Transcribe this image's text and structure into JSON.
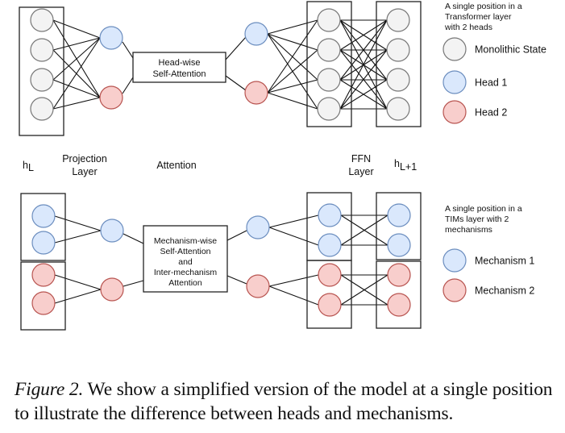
{
  "colors": {
    "gray_fill": "#f3f3f3",
    "gray_stroke": "#777777",
    "blue_fill": "#dae8fc",
    "blue_stroke": "#6c8ebf",
    "red_fill": "#f8cecc",
    "red_stroke": "#b85450",
    "line": "#111111"
  },
  "top": {
    "attention_box": [
      "Head-wise",
      "Self-Attention"
    ],
    "legend": {
      "title": [
        "A single position in a",
        "Transformer layer",
        "with 2 heads"
      ],
      "items": [
        {
          "label": "Monolithic State",
          "kind": "gray"
        },
        {
          "label": "Head 1",
          "kind": "blue"
        },
        {
          "label": "Head 2",
          "kind": "red"
        }
      ]
    }
  },
  "labels": {
    "h_l": {
      "base": "h",
      "sub": "L"
    },
    "projection": [
      "Projection",
      "Layer"
    ],
    "attention": "Attention",
    "ffn": [
      "FFN",
      "Layer"
    ],
    "h_l1": {
      "base": "h",
      "sub": "L+1"
    }
  },
  "bottom": {
    "attention_box": [
      "Mechanism-wise",
      "Self-Attention",
      "and",
      "Inter-mechanism",
      "Attention"
    ],
    "legend": {
      "title": [
        "A single position in a",
        "TIMs layer with 2",
        "mechanisms"
      ],
      "items": [
        {
          "label": "Mechanism 1",
          "kind": "blue"
        },
        {
          "label": "Mechanism 2",
          "kind": "red"
        }
      ]
    }
  },
  "caption": {
    "figure_label": "Figure 2.",
    "text": " We show a simplified version of the model at a single position to illustrate the difference between heads and mechanisms."
  }
}
